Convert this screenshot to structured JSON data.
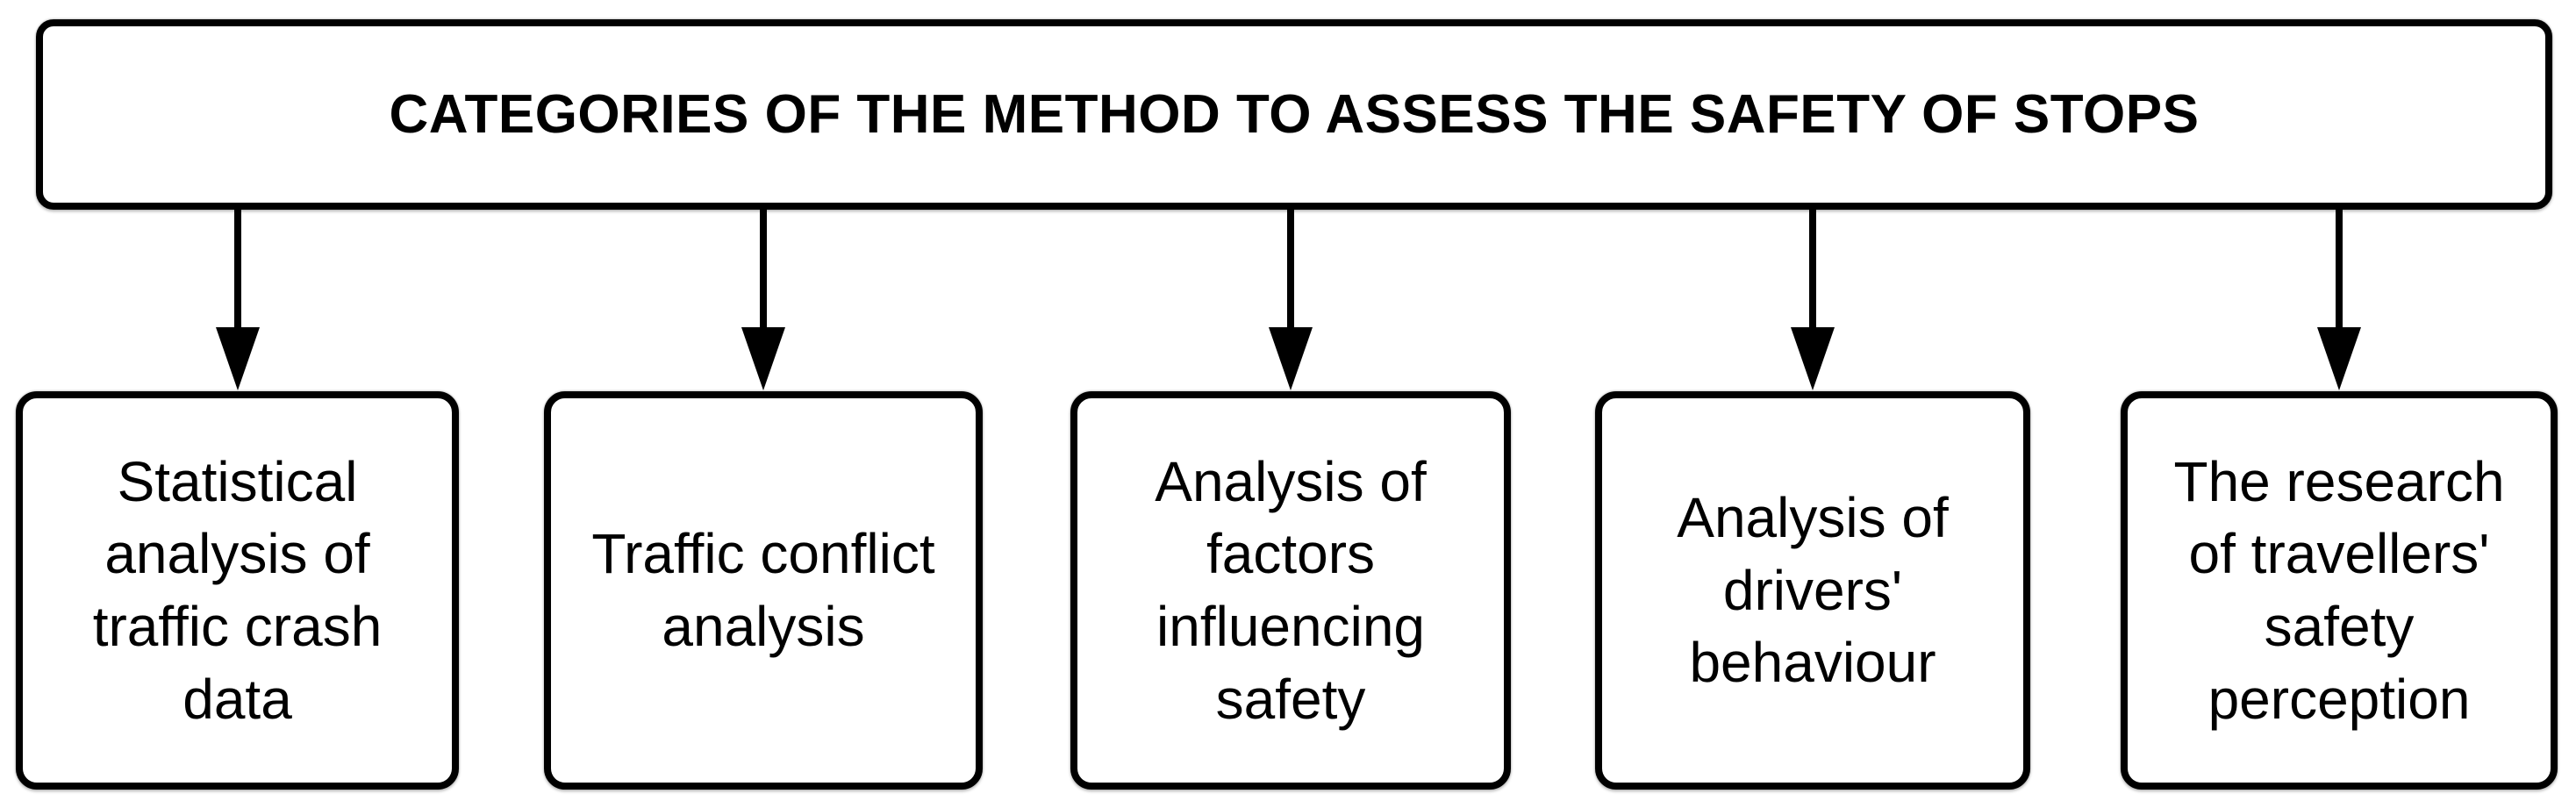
{
  "header": {
    "title": "CATEGORIES OF THE METHOD TO ASSESS THE SAFETY OF STOPS"
  },
  "categories": [
    {
      "label": "Statistical\nanalysis of\ntraffic crash\ndata"
    },
    {
      "label": "Traffic conflict\nanalysis"
    },
    {
      "label": "Analysis of\nfactors\ninfluencing\nsafety"
    },
    {
      "label": "Analysis of\ndrivers'\nbehaviour"
    },
    {
      "label": "The research\nof travellers'\nsafety\nperception"
    }
  ],
  "colors": {
    "border": "#000000",
    "background": "#ffffff",
    "text": "#000000"
  }
}
